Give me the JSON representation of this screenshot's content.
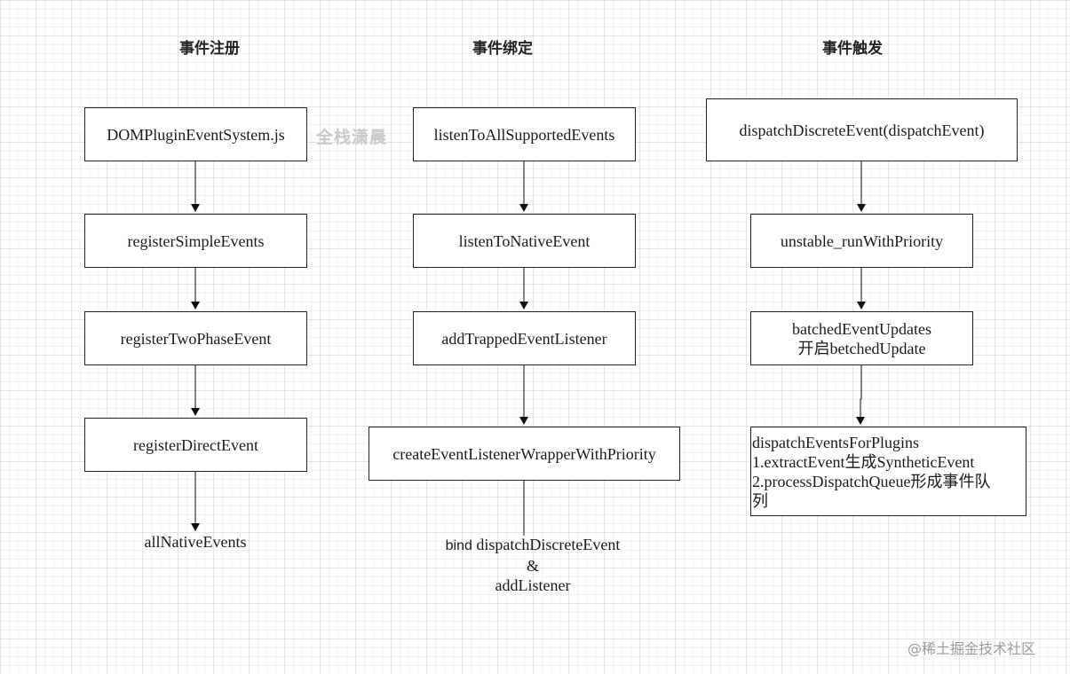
{
  "columns": [
    {
      "title": "事件注册",
      "steps": [
        "DOMPluginEventSystem.js",
        "registerSimpleEvents",
        "registerTwoPhaseEvent",
        "registerDirectEvent"
      ],
      "result": "allNativeEvents"
    },
    {
      "title": "事件绑定",
      "steps": [
        "listenToAllSupportedEvents",
        "listenToNativeEvent",
        "addTrappedEventListener",
        "createEventListenerWrapperWithPriority"
      ],
      "result": {
        "line1_prefix": "bind",
        "line1_rest": "dispatchDiscreteEvent",
        "line2": "&",
        "line3": "addListener"
      }
    },
    {
      "title": "事件触发",
      "steps": [
        [
          "dispatchDiscreteEvent(dispatchEvent)"
        ],
        [
          "unstable_runWithPriority"
        ],
        [
          "batchedEventUpdates",
          "开启betchedUpdate"
        ],
        [
          "dispatchEventsForPlugins",
          "1.extractEvent生成SyntheticEvent",
          "2.processDispatchQueue形成事件队",
          "列"
        ]
      ]
    }
  ],
  "watermark": "全栈潇晨",
  "footer": "@稀土掘金技术社区"
}
